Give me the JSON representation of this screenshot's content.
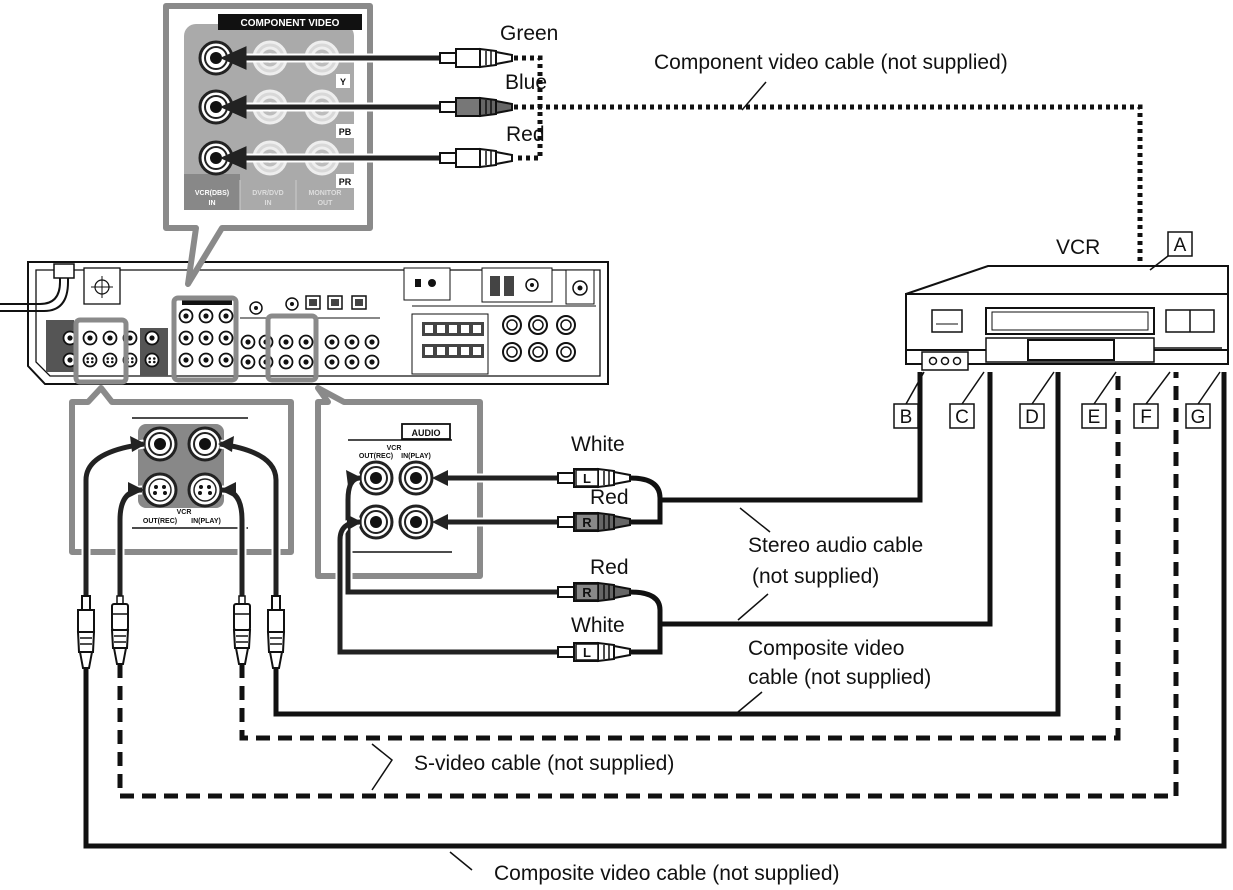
{
  "panel_component": {
    "header": "COMPONENT VIDEO",
    "row_labels": [
      "Y",
      "PB",
      "PR"
    ],
    "col_labels": [
      [
        "VCR(DBS)",
        "IN"
      ],
      [
        "DVR/DVD",
        "IN"
      ],
      [
        "MONITOR",
        "OUT"
      ]
    ]
  },
  "panel_vcr_video": {
    "title": "VCR",
    "sublabels": [
      "OUT(REC)",
      "IN(PLAY)"
    ]
  },
  "panel_audio": {
    "header": "AUDIO",
    "title": "VCR",
    "sublabels": [
      "OUT(REC)",
      "IN(PLAY)"
    ]
  },
  "plug_colors": {
    "green": "Green",
    "blue": "Blue",
    "red_top": "Red",
    "white_1": "White",
    "red_1": "Red",
    "red_2": "Red",
    "white_2": "White"
  },
  "plug_letters": {
    "left": "L",
    "right": "R"
  },
  "device": {
    "name": "VCR"
  },
  "terminals": [
    "A",
    "B",
    "C",
    "D",
    "E",
    "F",
    "G"
  ],
  "cables": {
    "component": "Component video cable (not supplied)",
    "stereo_line1": "Stereo audio cable",
    "stereo_line2": "(not supplied)",
    "composite_mid_line1": "Composite video",
    "composite_mid_line2": "cable (not supplied)",
    "svideo": "S-video cable (not supplied)",
    "composite_bottom": "Composite video cable (not supplied)"
  }
}
